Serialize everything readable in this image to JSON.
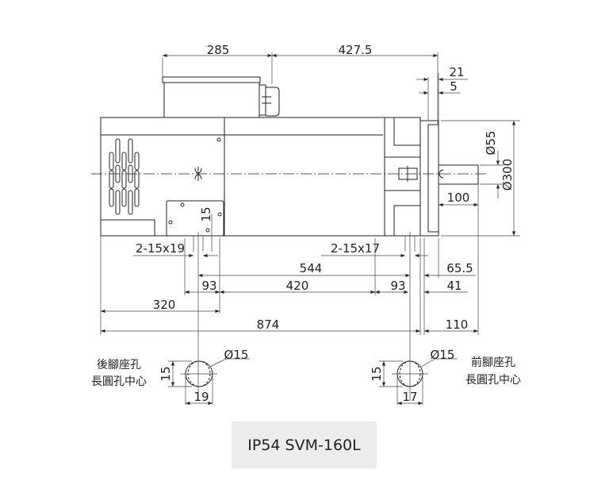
{
  "dimensions": {
    "d285": "285",
    "d427_5": "427.5",
    "d21": "21",
    "d5": "5",
    "d55": "Ø55",
    "d300": "Ø300",
    "d100": "100",
    "d15_vert": "15",
    "rear_slot": "2-15x19",
    "front_slot": "2-15x17",
    "d544": "544",
    "d65_5": "65.5",
    "d93_left": "93",
    "d420": "420",
    "d93_right": "93",
    "d41": "41",
    "d320": "320",
    "d874": "874",
    "d110": "110",
    "rear_hole_dia": "Ø15",
    "rear_hole_h": "15",
    "rear_hole_w": "19",
    "front_hole_dia": "Ø15",
    "front_hole_h": "15",
    "front_hole_w": "17"
  },
  "labels": {
    "rear_line1": "後腳座孔",
    "rear_line2": "長圓孔中心",
    "front_line1": "前腳座孔",
    "front_line2": "長圓孔中心"
  },
  "caption": "IP54 SVM-160L"
}
